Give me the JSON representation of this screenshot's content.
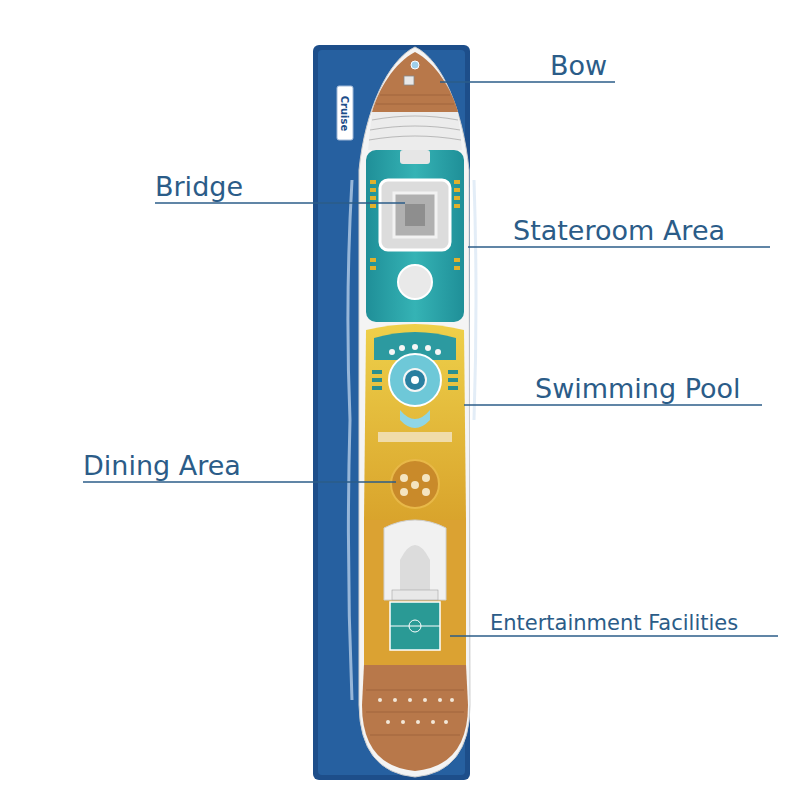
{
  "diagram": {
    "labels": [
      "Bow",
      "Bridge",
      "Stateroom Area",
      "Swimming Pool",
      "Dining Area",
      "Entertainment Facilities",
      "Cruise"
    ]
  }
}
